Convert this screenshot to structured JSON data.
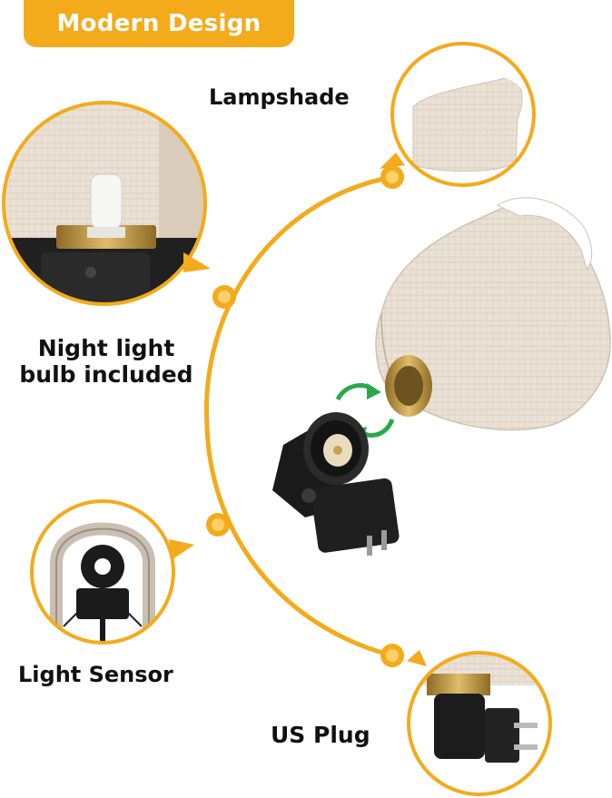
{
  "badge": {
    "text": "Modern Design"
  },
  "labels": {
    "lampshade": "Lampshade",
    "night_light_line1": "Night light",
    "night_light_line2": "bulb included",
    "light_sensor": "Light Sensor",
    "us_plug": "US Plug"
  },
  "colors": {
    "accent": "#f3ab1b",
    "linen": "#e9dfd2",
    "device": "#161616",
    "brass": "#c9a14c",
    "rotate_arrows": "#2ba84a"
  }
}
